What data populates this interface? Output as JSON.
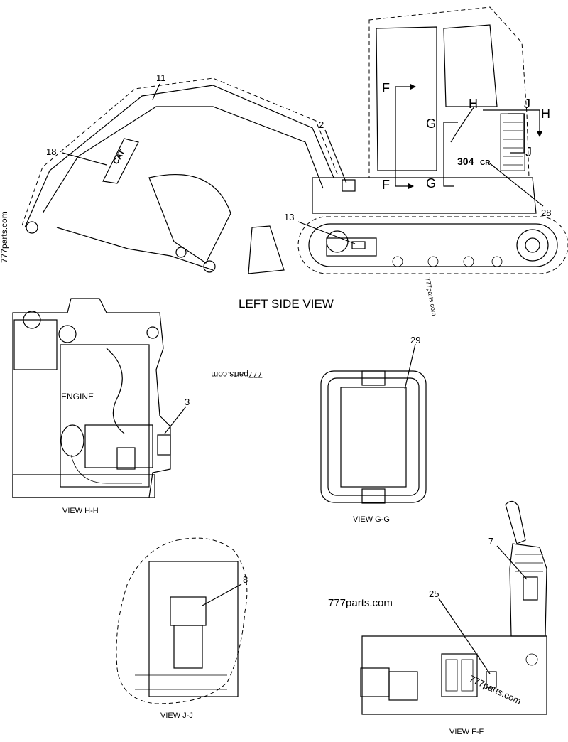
{
  "views": {
    "left_side": "LEFT SIDE VIEW",
    "hh": "VIEW H-H",
    "gg": "VIEW G-G",
    "jj": "VIEW J-J",
    "ff": "VIEW F-F"
  },
  "callouts": {
    "c11": "11",
    "c18": "18",
    "c2": "2",
    "c13": "13",
    "c28": "28",
    "c3": "3",
    "c29": "29",
    "c7": "7",
    "c8": "8",
    "c25": "25"
  },
  "section_markers": {
    "f_top": "F",
    "f_bottom": "F",
    "g_top": "G",
    "g_bottom": "G",
    "h_left": "H",
    "h_right": "H",
    "j_top": "J",
    "j_bottom": "J"
  },
  "engine_label": "ENGINE",
  "model_badge": "304",
  "model_suffix": "CR",
  "cat_logo": "CAT",
  "watermarks": {
    "center": "777parts.com",
    "lower": "777parts.com",
    "rotated_mid": "777parts.com",
    "left_edge": "777parts.com",
    "bottom_right": "777parts.com"
  }
}
